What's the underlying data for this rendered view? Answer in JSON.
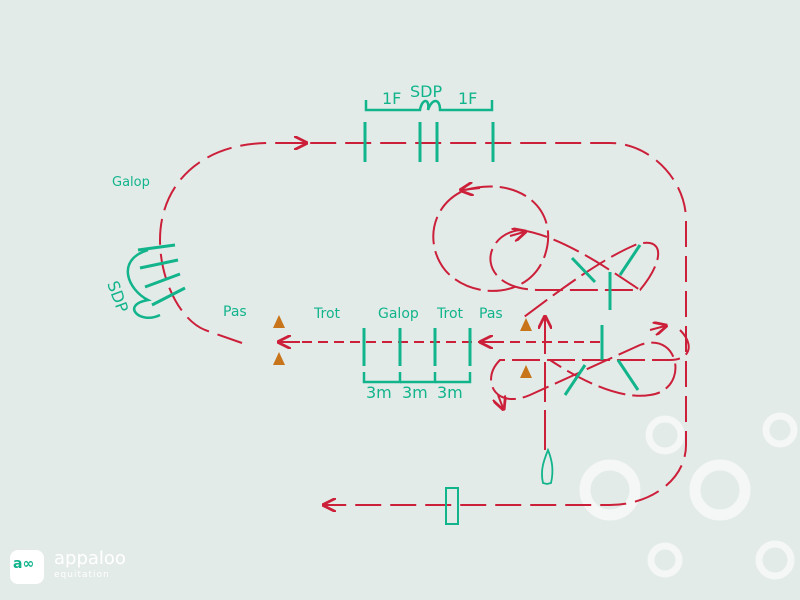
{
  "labels": {
    "galop_top": "Galop",
    "sdp_left": "SDP",
    "one_f_left": "1F",
    "sdp_top": "SDP",
    "one_f_right": "1F",
    "pas_left": "Pas",
    "trot_left": "Trot",
    "galop_mid": "Galop",
    "trot_mid": "Trot",
    "pas_right": "Pas",
    "dist_1": "3m",
    "dist_2": "3m",
    "dist_3": "3m"
  },
  "logo": {
    "glyph": "a∞",
    "word": "appaloo",
    "sub": "equitation"
  },
  "colors": {
    "background": "#e3ebe8",
    "path": "#cc1f3a",
    "pole": "#12b48c",
    "cone": "#c8741a",
    "watermark": "#ffffff"
  }
}
